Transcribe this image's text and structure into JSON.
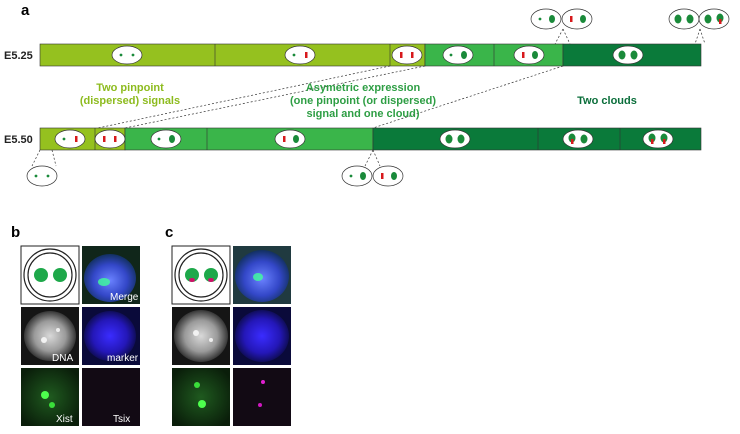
{
  "panels": {
    "a": "a",
    "b": "b",
    "c": "c"
  },
  "stages": {
    "top": "E5.25",
    "bottom": "E5.50"
  },
  "categories": {
    "left": [
      "Two pinpoint",
      "(dispersed) signals"
    ],
    "middle": [
      "Asymetric expression",
      "(one pinpoint (or dispersed)",
      "signal and one cloud)"
    ],
    "right": [
      "Two clouds"
    ]
  },
  "image_labels": {
    "merge": "Merge",
    "dna": "DNA",
    "marker": "marker",
    "xist": "Xist",
    "tsix": "Tsix"
  },
  "colors": {
    "light_green": "#95c11f",
    "mid_green": "#3ab54a",
    "dark_green": "#0a7a3a",
    "dot_red": "#d7191c",
    "dot_green": "#1a8a3a",
    "cat_left": "#8dbb1e",
    "cat_mid": "#2e9e44",
    "cat_right": "#0a6e3a"
  }
}
